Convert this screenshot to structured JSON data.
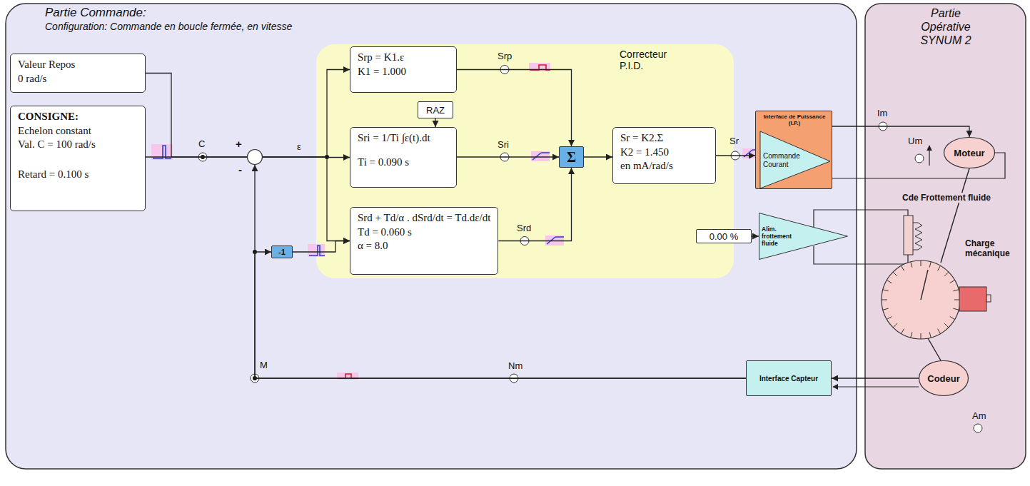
{
  "diagram": {
    "nodes": [
      {
        "text": [
          "Partie Commande:",
          "Configuration: Commande en boucle fermée, en vitesse"
        ]
      },
      {
        "text": [
          "Correcteur P.I.D."
        ],
        "in": 0
      },
      {
        "text": [
          "Valeur Repos",
          "0 rad/s"
        ],
        "in": 0
      },
      {
        "text": [
          "CONSIGNE:",
          "Echelon constant",
          "Val. C = 100 rad/s",
          "Retard = 0.100 s"
        ],
        "in": 0
      },
      {
        "text": [
          "+",
          "-"
        ],
        "in": 0
      },
      {
        "text": [
          "Srp = K1.ε",
          "K1 = 1.000"
        ],
        "in": 1
      },
      {
        "text": [
          "Sri = 1/Ti ∫ε(t).dt",
          "Ti = 0.090 s"
        ],
        "in": 1
      },
      {
        "text": [
          "RAZ"
        ],
        "in": 1
      },
      {
        "text": [
          "Srd + Td/α . dSrd/dt = Td.dε/dt",
          "Td = 0.060 s",
          "α = 8.0"
        ],
        "in": 1
      },
      {
        "text": [
          "Σ"
        ],
        "in": 1
      },
      {
        "text": [
          "Sr = K2.Σ",
          "K2 = 1.450",
          "en mA/rad/s"
        ],
        "in": 0
      },
      {
        "text": [
          "-1"
        ],
        "in": 0
      },
      {
        "text": [
          "Interface de Puissance (I.P.)",
          "Commande Courant"
        ],
        "in": 0
      },
      {
        "text": [
          "Alim. frottement fluide"
        ],
        "in": 0
      },
      {
        "text": [
          "0.00 %"
        ],
        "in": 0
      },
      {
        "text": [
          "Interface Capteur"
        ],
        "in": 0
      },
      {
        "text": [
          "Partie Opérative SYNUM 2"
        ]
      },
      {
        "text": [
          "Moteur"
        ],
        "in": 16
      },
      {
        "text": [
          "Codeur"
        ],
        "in": 16
      }
    ],
    "edges": [
      {
        "from": 2,
        "to": 4,
        "arrow": "none"
      },
      {
        "from": 3,
        "to": 4,
        "arrow": "none"
      },
      {
        "from": 4,
        "to": 5,
        "arrow": "to"
      },
      {
        "from": 4,
        "to": 6,
        "arrow": "to"
      },
      {
        "from": 4,
        "to": 8,
        "arrow": "to"
      },
      {
        "from": 5,
        "to": 9,
        "arrow": "to"
      },
      {
        "from": 6,
        "to": 9,
        "arrow": "to"
      },
      {
        "from": 8,
        "to": 9,
        "arrow": "to"
      },
      {
        "from": 7,
        "to": 6,
        "arrow": "to"
      },
      {
        "from": 9,
        "to": 10,
        "arrow": "to"
      },
      {
        "from": 10,
        "to": 12,
        "arrow": "to"
      },
      {
        "from": 12,
        "to": 17,
        "arrow": "to"
      },
      {
        "from": 14,
        "to": 13,
        "arrow": "to"
      },
      {
        "from": 18,
        "to": 15,
        "arrow": "to"
      },
      {
        "from": 15,
        "to": 4,
        "arrow": "to"
      },
      {
        "from": 15,
        "to": 11,
        "arrow": "to"
      },
      {
        "from": 11,
        "to": 8,
        "arrow": "to"
      }
    ],
    "labels": [
      "C",
      "ε",
      "Srp",
      "Sri",
      "Srd",
      "Sr",
      "Im",
      "Um",
      "Nm",
      "M",
      "Am",
      "Cde Frottement fluide",
      "Charge mécanique"
    ]
  }
}
